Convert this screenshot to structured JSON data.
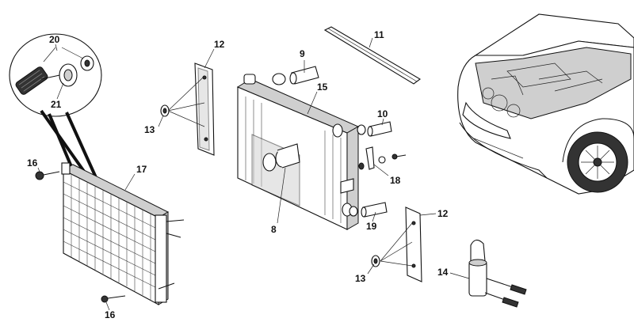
{
  "callouts": [
    {
      "id": "c20",
      "label": "20"
    },
    {
      "id": "c21",
      "label": "21"
    },
    {
      "id": "c12a",
      "label": "12"
    },
    {
      "id": "c13a",
      "label": "13"
    },
    {
      "id": "c9",
      "label": "9"
    },
    {
      "id": "c11",
      "label": "11"
    },
    {
      "id": "c15",
      "label": "15"
    },
    {
      "id": "c10",
      "label": "10"
    },
    {
      "id": "c16a",
      "label": "16"
    },
    {
      "id": "c17",
      "label": "17"
    },
    {
      "id": "c18",
      "label": "18"
    },
    {
      "id": "c8",
      "label": "8"
    },
    {
      "id": "c19",
      "label": "19"
    },
    {
      "id": "c12b",
      "label": "12"
    },
    {
      "id": "c13b",
      "label": "13"
    },
    {
      "id": "c14",
      "label": "14"
    },
    {
      "id": "c16b",
      "label": "16"
    }
  ]
}
